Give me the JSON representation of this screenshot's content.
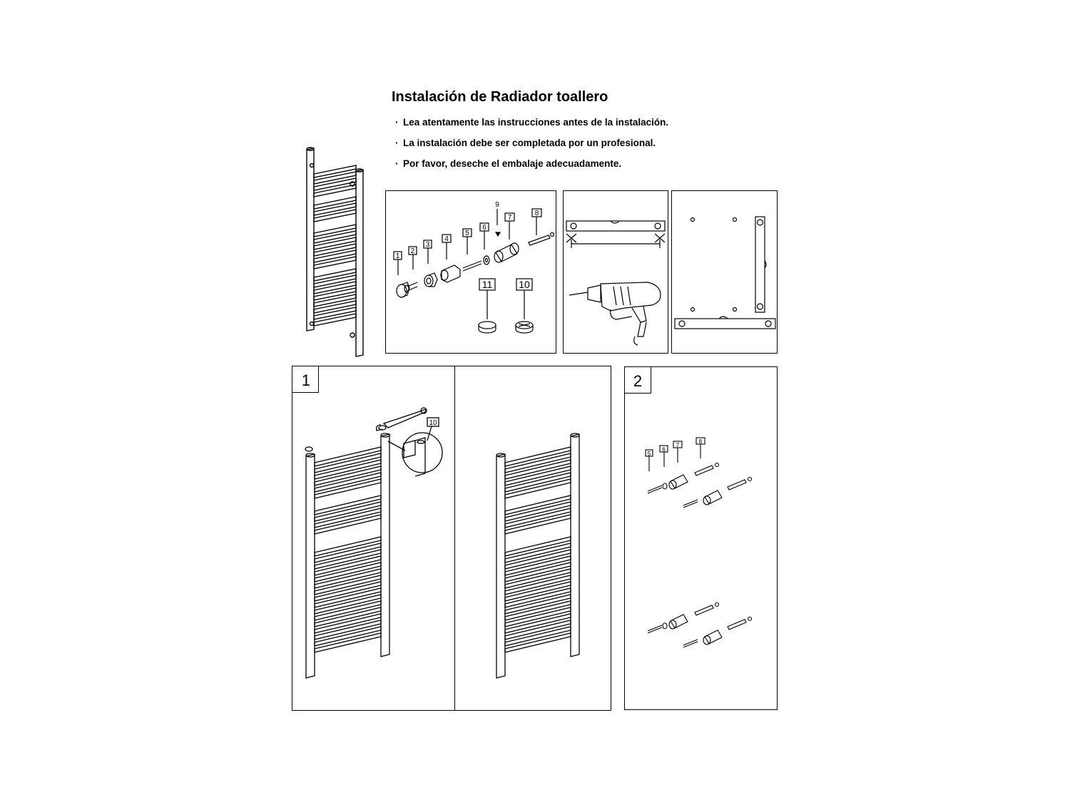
{
  "header": {
    "title": "Instalación de Radiador toallero",
    "bullets": [
      "Lea atentamente las instrucciones antes de la instalación.",
      "La instalación debe ser completada por un profesional.",
      "Por favor, deseche el embalaje adecuadamente."
    ]
  },
  "parts_panel": {
    "labels": [
      "1",
      "2",
      "3",
      "4",
      "5",
      "6",
      "9",
      "7",
      "8",
      "11",
      "10"
    ]
  },
  "step1": {
    "number": "1",
    "callout": "10"
  },
  "step2": {
    "number": "2",
    "labels": [
      "5",
      "6",
      "7",
      "8"
    ]
  }
}
